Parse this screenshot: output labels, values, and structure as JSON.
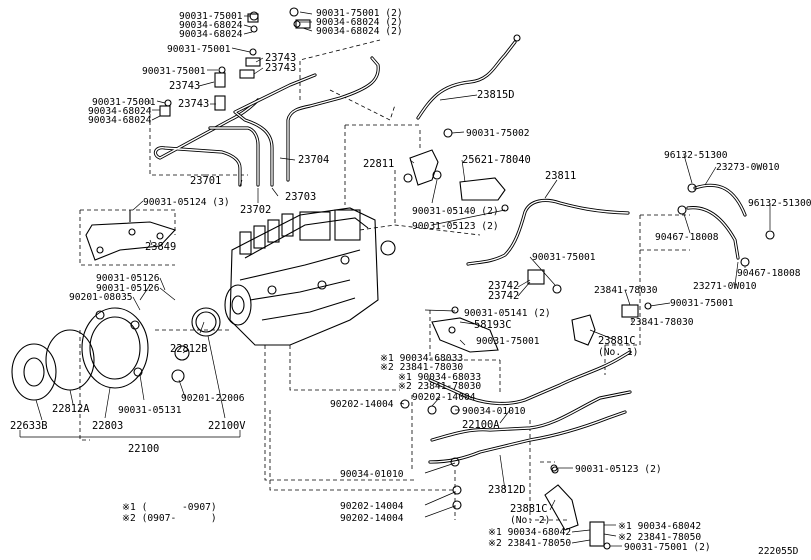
{
  "labels": {
    "l_23815d": "23815D",
    "l_23704": "23704",
    "l_23701": "23701",
    "l_23702": "23702",
    "l_23703": "23703",
    "l_23743a": "23743",
    "l_23743b": "23743",
    "l_23743c": "23743",
    "l_23743d": "23743",
    "l_23849": "23849",
    "l_22811": "22811",
    "l_25621": "25621-78040",
    "l_23811": "23811",
    "l_96132a": "96132-51300",
    "l_23273": "23273-0W010",
    "l_96132b": "96132-51300",
    "l_90467a": "90467-18008",
    "l_90467b": "90467-18008",
    "l_23271": "23271-0W010",
    "l_23742a": "23742",
    "l_23742b": "23742",
    "l_58193c": "58193C",
    "l_23841a": "23841-78030",
    "l_23841b": "23841-78030",
    "l_23881c1": "23881C",
    "l_no1": "(No. 1)",
    "l_22812b": "22812B",
    "l_22812a": "22812A",
    "l_22633b": "22633B",
    "l_22803": "22803",
    "l_22100v": "22100V",
    "l_22100": "22100",
    "l_22100a": "22100A",
    "l_23812d": "23812D",
    "l_23881c2": "23881C",
    "l_no2": "(No. 2)",
    "l_fig": "222055D",
    "b1": "90031-75001",
    "b2": "90034-68024",
    "b3": "90034-68024",
    "b4": "90031-75001",
    "b5": "90031-75001",
    "b6": "90031-75001",
    "b7": "90034-68024",
    "b8": "90034-68024",
    "b9": "90031-75001 (2)",
    "b10": "90034-68024 (2)",
    "b11": "90034-68024 (2)",
    "b12": "90031-75002",
    "b13": "90031-05124 (3)",
    "b14": "90031-05140 (2)",
    "b15": "90031-05123 (2)",
    "b16": "90031-75001",
    "b17": "90031-75001",
    "b18": "90031-05141 (2)",
    "b19": "90031-75001",
    "b20": "90031-05126",
    "b21": "90031-05126",
    "b22": "90201-08035",
    "b23": "90201-22006",
    "b24": "90031-05131",
    "b25": "※1 90034-68033",
    "b26": "※2 23841-78030",
    "b27": "※1 90034-68033",
    "b28": "※2 23841-78030",
    "b29": "90202-14004",
    "b30": "90202-14004",
    "b31": "90034-01010",
    "b32": "90034-01010",
    "b33": "90202-14004",
    "b34": "90202-14004",
    "b35": "90031-05123 (2)",
    "b36": "※1 90034-68042",
    "b37": "※2 23841-78050",
    "b38": "※1 90034-68042",
    "b39": "※2 23841-78050",
    "b40": "90031-75001 (2)"
  },
  "notes": {
    "note1": "※1 (      -0907)",
    "note2": "※2 (0907-      )"
  }
}
